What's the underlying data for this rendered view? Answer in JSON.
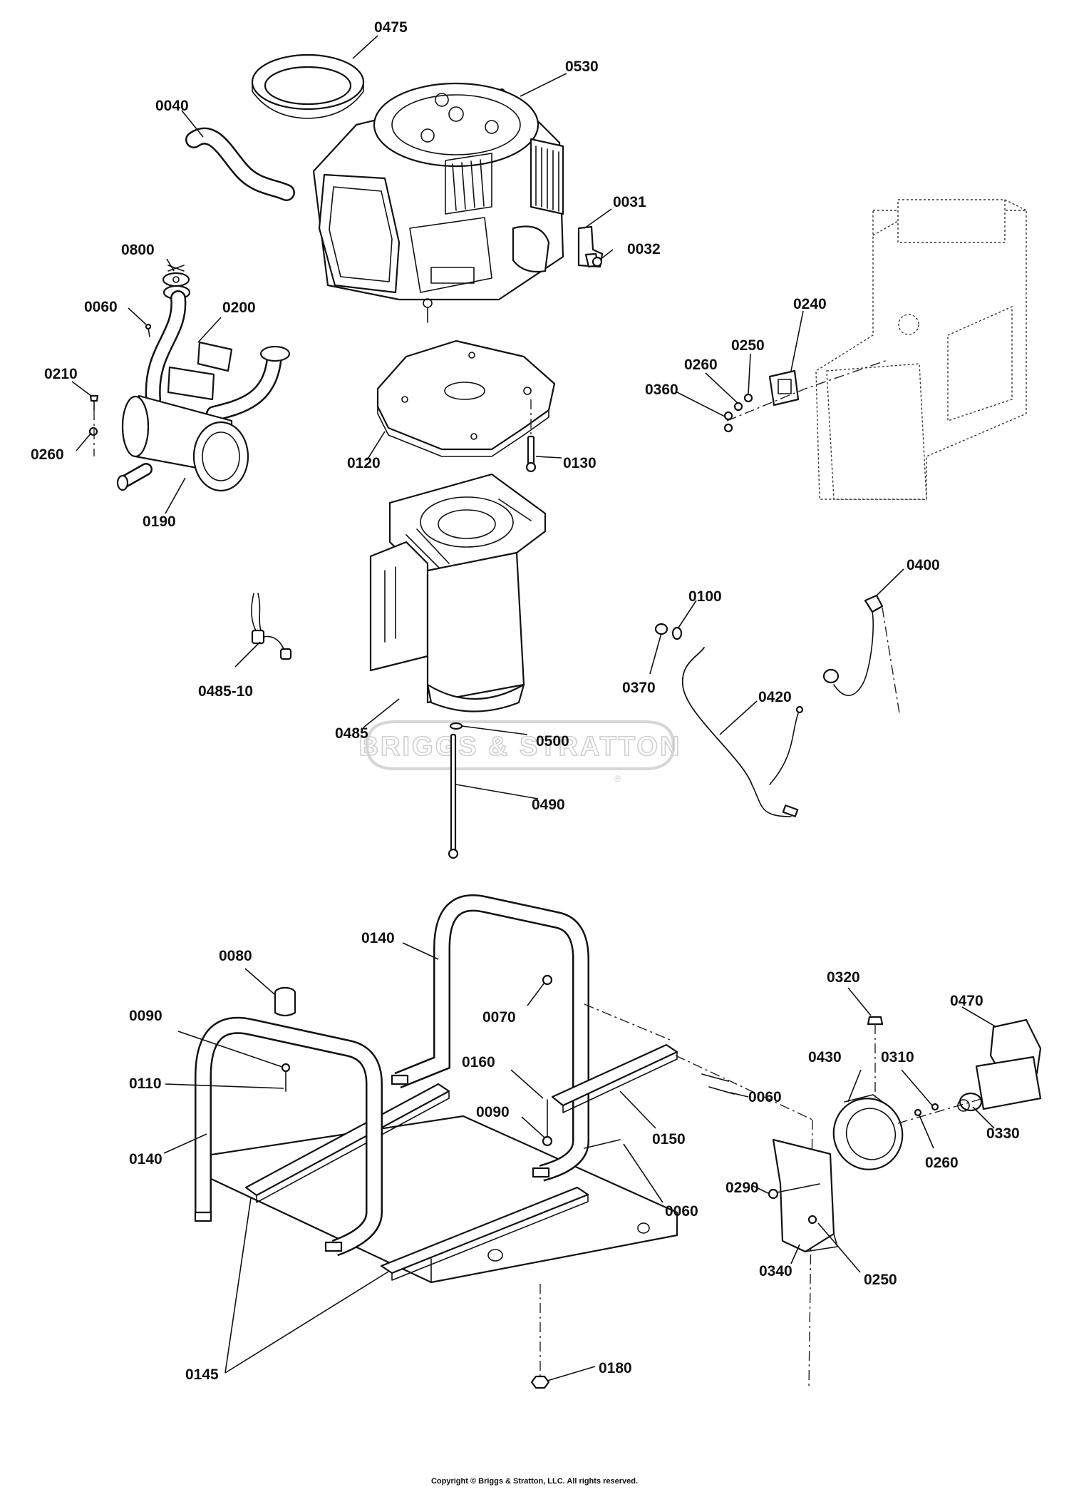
{
  "watermark": {
    "text": "BRIGGS & STRATTON",
    "registered_mark": "®"
  },
  "copyright": "Copyright © Briggs & Stratton, LLC. All rights reserved.",
  "callouts": {
    "p0475": "0475",
    "p0530": "0530",
    "p0040": "0040",
    "p0031": "0031",
    "p0032": "0032",
    "p0800": "0800",
    "p0060_top": "0060",
    "p0200": "0200",
    "p0240": "0240",
    "p0250_top": "0250",
    "p0210": "0210",
    "p0260_top": "0260",
    "p0360": "0360",
    "p0260_left": "0260",
    "p0120": "0120",
    "p0130": "0130",
    "p0190": "0190",
    "p0400": "0400",
    "p0100": "0100",
    "p0485_10": "0485-10",
    "p0370": "0370",
    "p0420": "0420",
    "p0485": "0485",
    "p0500": "0500",
    "p0490": "0490",
    "p0140_top": "0140",
    "p0080": "0080",
    "p0320": "0320",
    "p0470": "0470",
    "p0090_left": "0090",
    "p0070": "0070",
    "p0430": "0430",
    "p0310": "0310",
    "p0160": "0160",
    "p0110": "0110",
    "p0060_mid": "0060",
    "p0090_mid": "0090",
    "p0330": "0330",
    "p0150": "0150",
    "p0260_right": "0260",
    "p0140_left": "0140",
    "p0290": "0290",
    "p0060_low": "0060",
    "p0340": "0340",
    "p0250_low": "0250",
    "p0145": "0145",
    "p0180": "0180"
  }
}
